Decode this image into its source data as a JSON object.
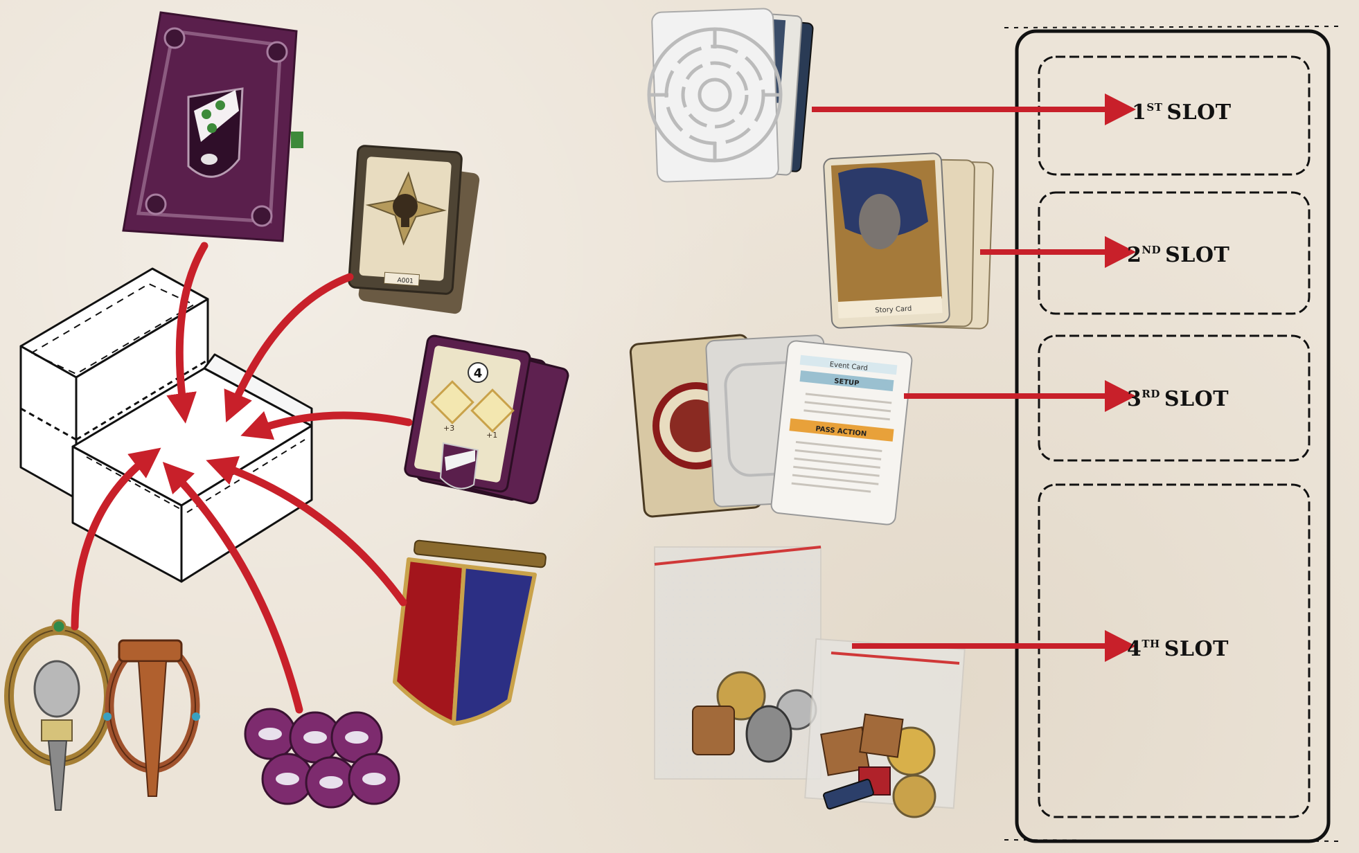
{
  "slots": [
    {
      "num": "1",
      "sup": "ST",
      "word": "SLOT"
    },
    {
      "num": "2",
      "sup": "ND",
      "word": "SLOT"
    },
    {
      "num": "3",
      "sup": "RD",
      "word": "SLOT"
    },
    {
      "num": "4",
      "sup": "TH",
      "word": "SLOT"
    }
  ],
  "cards": {
    "key_card_code": "A001",
    "banner_card_number": "4",
    "banner_card_bonus_left": "+3",
    "banner_card_bonus_right": "+1",
    "story_card_label": "Story Card",
    "event_card_title": "Event Card",
    "event_card_setup": "SETUP",
    "event_card_action": "PASS ACTION"
  },
  "colors": {
    "arrow_red": "#c8202a",
    "house_purple": "#5a1f4c",
    "parchment": "#ece4d8"
  },
  "icons": [
    "storage-box-icon",
    "map-tile-icon",
    "key-card-icon",
    "banner-card-icon",
    "standard-flag-icon",
    "character-standee-icon",
    "fish-token-icon",
    "maze-card-icon",
    "story-card-icon",
    "event-card-icon",
    "token-bag-icon",
    "tray-slot-icon"
  ]
}
